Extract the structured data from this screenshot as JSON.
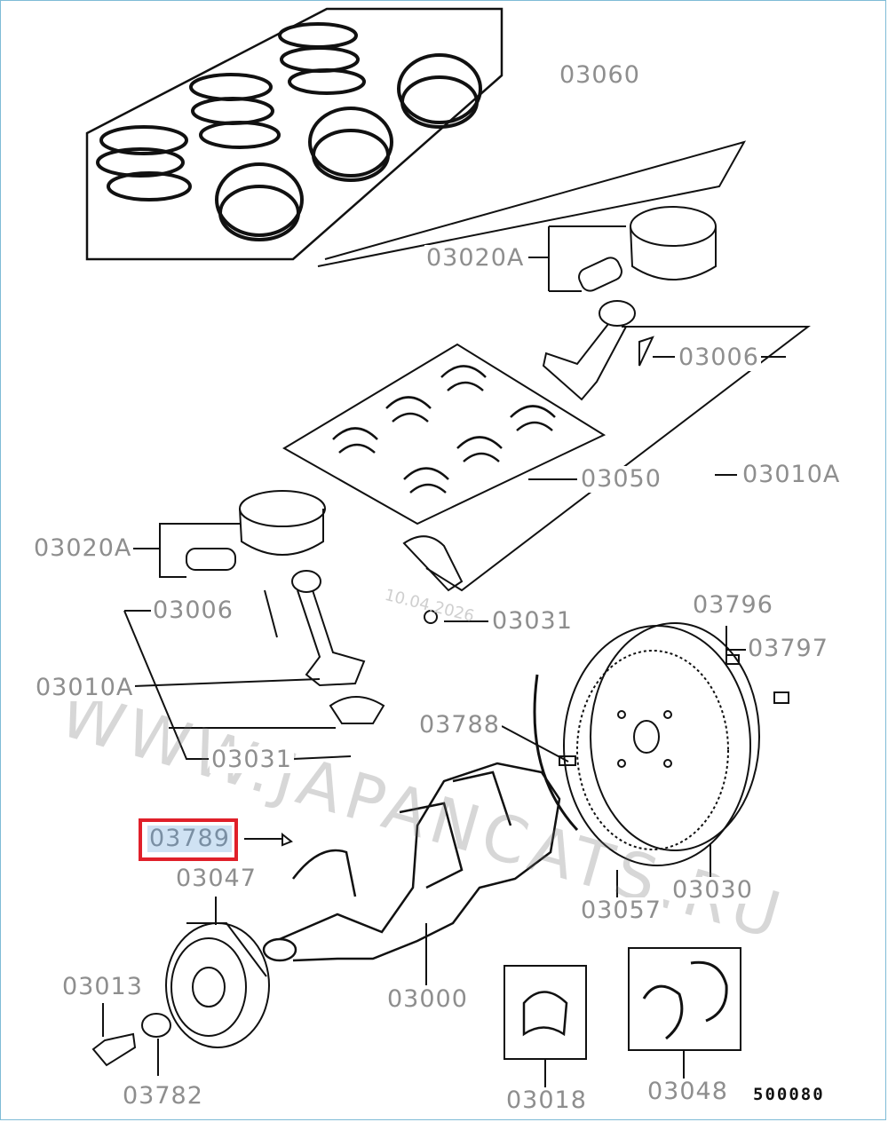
{
  "labels": {
    "p03060": "03060",
    "p03020A_top": "03020A",
    "p03006_top": "03006",
    "p03050": "03050",
    "p03010A_right": "03010A",
    "p03020A_left": "03020A",
    "p03006_left": "03006",
    "p03031_right": "03031",
    "p03796": "03796",
    "p03797": "03797",
    "p03010A_left": "03010A",
    "p03788": "03788",
    "p03031_left": "03031",
    "p03789": "03789",
    "p03047": "03047",
    "p03057": "03057",
    "p03030": "03030",
    "p03013": "03013",
    "p03000": "03000",
    "p03782": "03782",
    "p03018": "03018",
    "p03048": "03048"
  },
  "diagram_code": "500080",
  "watermark": "WWW.JAPANCATS.RU",
  "watermark_date": "10.04.2026",
  "highlighted_part": "03789",
  "colors": {
    "highlight": "#e0202a",
    "label": "#8e8e8e",
    "line": "#111111"
  }
}
